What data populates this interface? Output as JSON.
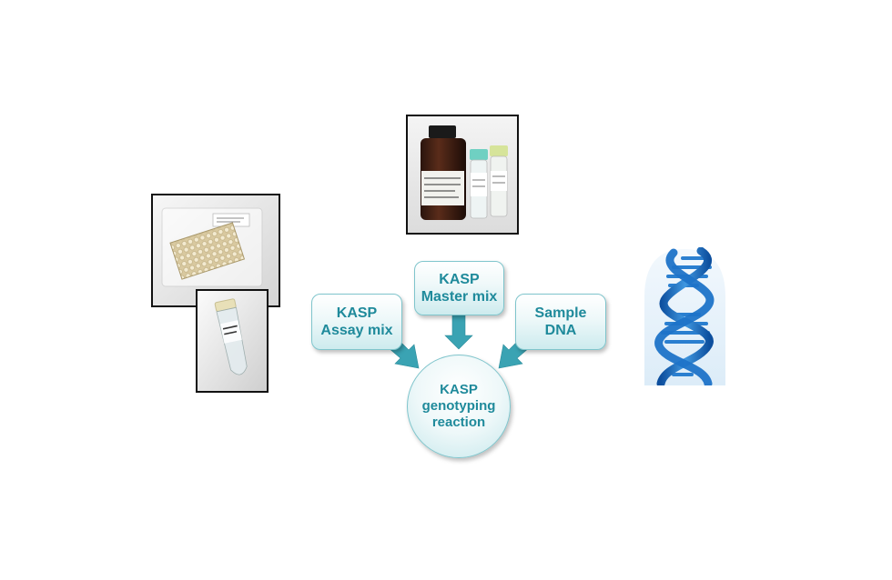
{
  "diagram": {
    "inputs": [
      {
        "line1": "KASP",
        "line2": "Master mix"
      },
      {
        "line1": "KASP",
        "line2": "Assay mix"
      },
      {
        "line1": "Sample",
        "line2": "DNA"
      }
    ],
    "output": {
      "line1": "KASP",
      "line2": "genotyping",
      "line3": "reaction"
    }
  },
  "photos": {
    "bottles": "master-mix-bottles-photo",
    "plate": "assay-plate-photo",
    "tube": "assay-tube-photo",
    "dna": "dna-helix-icon"
  },
  "colors": {
    "box_text": "#1f8a9b",
    "box_border": "#7fc5cc",
    "arrow": "#3aa3b3",
    "dna_blue": "#1e73c8"
  }
}
